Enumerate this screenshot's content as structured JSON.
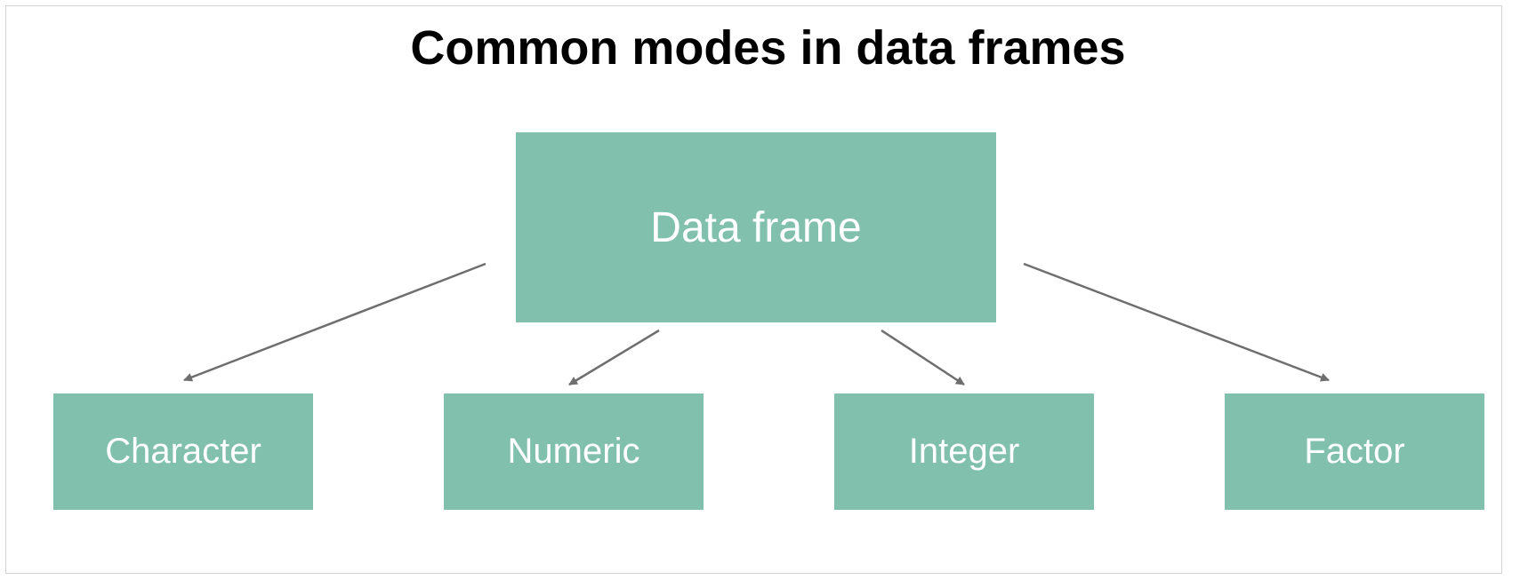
{
  "diagram": {
    "title": "Common modes in data frames",
    "root": {
      "label": "Data frame"
    },
    "children": [
      {
        "label": "Character"
      },
      {
        "label": "Numeric"
      },
      {
        "label": "Integer"
      },
      {
        "label": "Factor"
      }
    ],
    "colors": {
      "box_fill": "#81c0ad",
      "box_text": "#ffffff",
      "arrow": "#6e6e6e",
      "title": "#000000",
      "border": "#d4d4d4"
    }
  }
}
